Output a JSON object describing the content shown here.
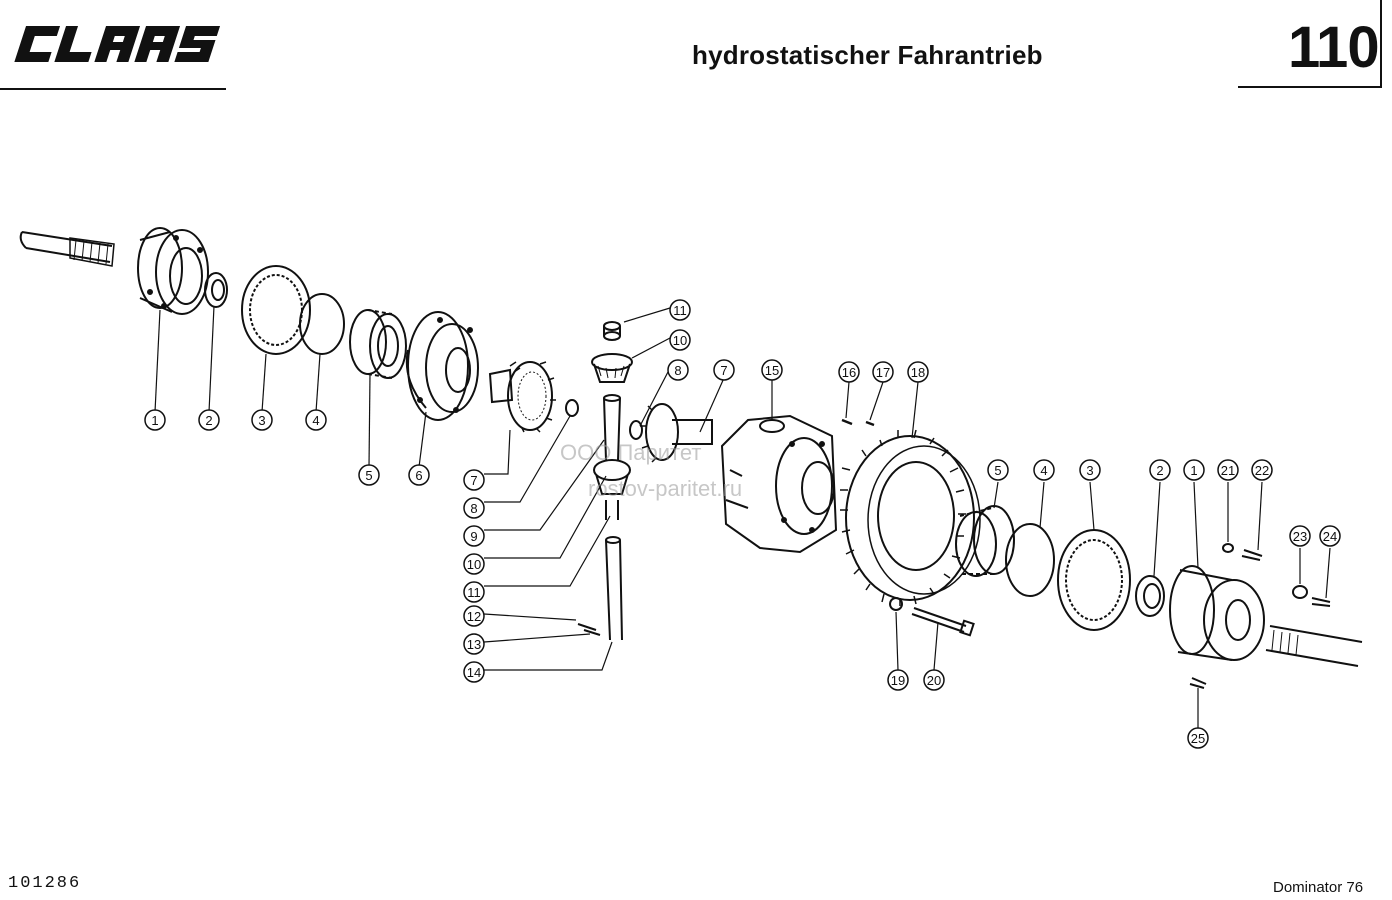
{
  "header": {
    "brand": "CLAAS",
    "title": "hydrostatischer Fahrantrieb",
    "page_number": "110"
  },
  "footer": {
    "drawing_number": "101286",
    "model": "Dominator 76"
  },
  "watermark": {
    "line1": "ООО Паритет",
    "line2": "rostov-paritet.ru"
  },
  "callouts": [
    "1",
    "2",
    "3",
    "4",
    "5",
    "6",
    "7",
    "8",
    "9",
    "10",
    "11",
    "12",
    "13",
    "14",
    "11",
    "10",
    "8",
    "7",
    "15",
    "16",
    "17",
    "18",
    "5",
    "4",
    "3",
    "2",
    "1",
    "21",
    "22",
    "23",
    "24",
    "19",
    "20",
    "25"
  ]
}
